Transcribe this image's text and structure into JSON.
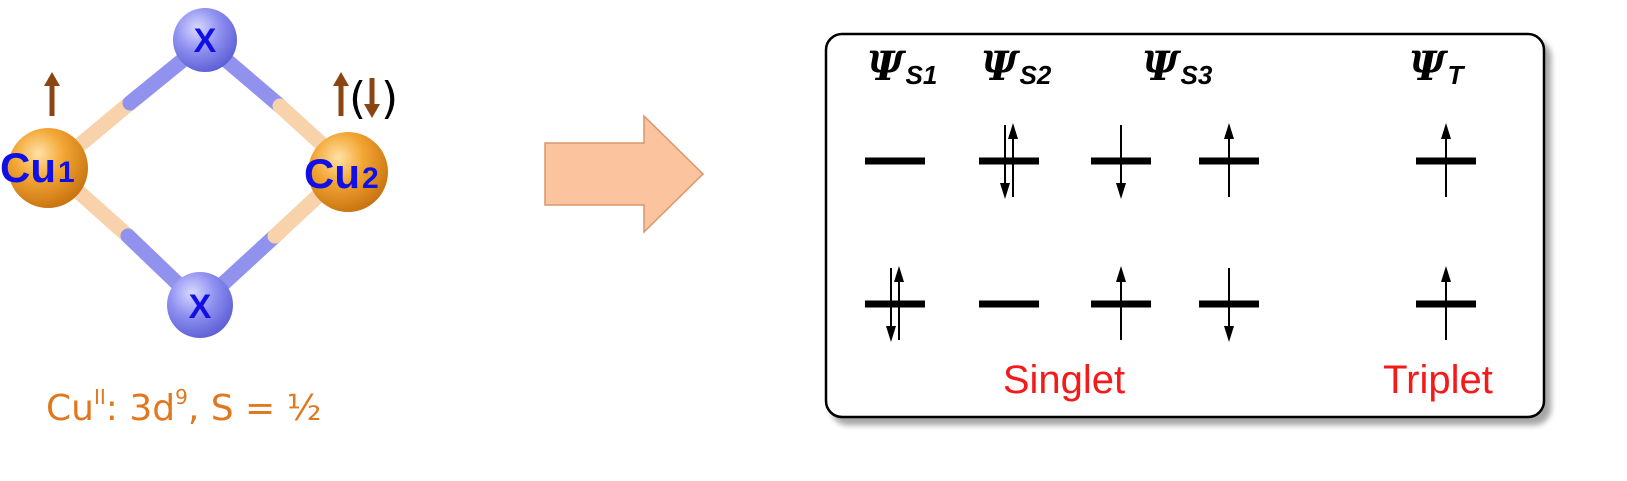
{
  "molecule": {
    "bridge_atoms": [
      {
        "id": "x-top",
        "label": "X"
      },
      {
        "id": "x-bottom",
        "label": "X"
      }
    ],
    "metal_atoms": [
      {
        "id": "cu1",
        "symbol": "Cu",
        "index": "1",
        "spin": "↑"
      },
      {
        "id": "cu2",
        "symbol": "Cu",
        "index": "2",
        "spin": "↑",
        "spin_alt": "(↓)"
      }
    ],
    "colors": {
      "copper": "#f0a030",
      "bridge": "#8a8cf2",
      "bond_cu": "#f7d2aa",
      "bond_x": "#9092ee",
      "spin_arrow": "#8b4513",
      "label": "#1010e6"
    }
  },
  "caption": {
    "element": "Cu",
    "oxidation": "II",
    "config_prefix": ": 3d",
    "config_exp": "9",
    "spin_text": ", S = ½"
  },
  "arrow": {
    "color": "#fbc49e",
    "direction": "right"
  },
  "states_panel": {
    "columns": [
      {
        "id": "s1",
        "psi": "Ψ",
        "sub": "S1",
        "levels": [
          {
            "level": "upper",
            "electrons": []
          },
          {
            "level": "lower",
            "electrons": [
              "down",
              "up"
            ]
          }
        ]
      },
      {
        "id": "s2",
        "psi": "Ψ",
        "sub": "S2",
        "levels": [
          {
            "level": "upper",
            "electrons": [
              "down",
              "up"
            ]
          },
          {
            "level": "lower",
            "electrons": []
          }
        ]
      },
      {
        "id": "s3a",
        "psi": "",
        "sub": "",
        "levels": [
          {
            "level": "upper",
            "electrons": [
              "down"
            ]
          },
          {
            "level": "lower",
            "electrons": [
              "up"
            ]
          }
        ]
      },
      {
        "id": "s3b",
        "psi": "",
        "sub": "",
        "levels": [
          {
            "level": "upper",
            "electrons": [
              "up"
            ]
          },
          {
            "level": "lower",
            "electrons": [
              "down"
            ]
          }
        ]
      },
      {
        "id": "t",
        "psi": "Ψ",
        "sub": "T",
        "levels": [
          {
            "level": "upper",
            "electrons": [
              "up"
            ]
          },
          {
            "level": "lower",
            "electrons": [
              "up"
            ]
          }
        ]
      }
    ],
    "s3_header": {
      "psi": "Ψ",
      "sub": "S3"
    },
    "singlet_label": "Singlet",
    "triplet_label": "Triplet",
    "label_color": "#f41a1a"
  }
}
